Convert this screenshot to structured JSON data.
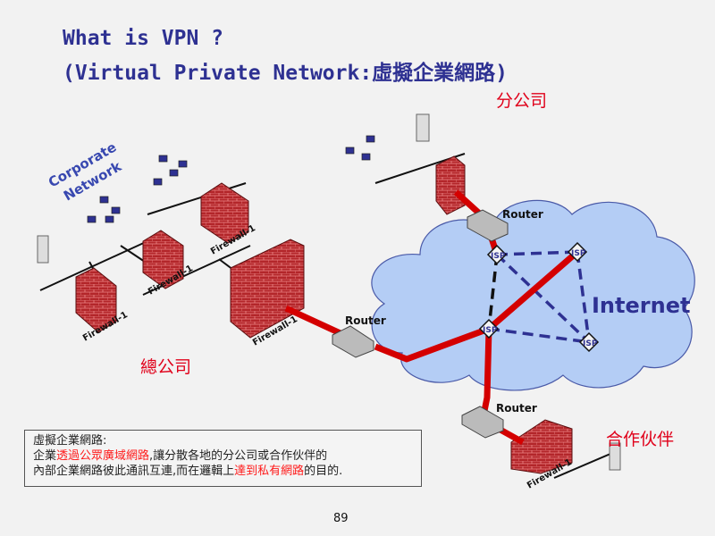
{
  "title": {
    "line1": "What is VPN ?",
    "line2": "(Virtual Private Network:虛擬企業網路)"
  },
  "diagram": {
    "corporate_label_1": "Corporate",
    "corporate_label_2": "Network",
    "headquarters": "總公司",
    "branch": "分公司",
    "partner": "合作伙伴",
    "internet": "Internet",
    "router": "Router",
    "firewall": "Firewall-1",
    "isp": "ISP",
    "colors": {
      "tunnel": "#d40000",
      "cloud": "#b4cdf5",
      "dashed_link": "#2e3192",
      "label_red": "#e0001a",
      "title": "#2e3192"
    }
  },
  "note": {
    "heading": "虛擬企業網路:",
    "l2a": "企業",
    "l2b": "透過公眾廣域網路",
    "l2c": ",讓分散各地的分公司或合作伙伴的",
    "l3a": "內部企業網路彼此通訊互連,而在邏輯上",
    "l3b": "達到私有網路",
    "l3c": "的目的."
  },
  "page_number": "89"
}
